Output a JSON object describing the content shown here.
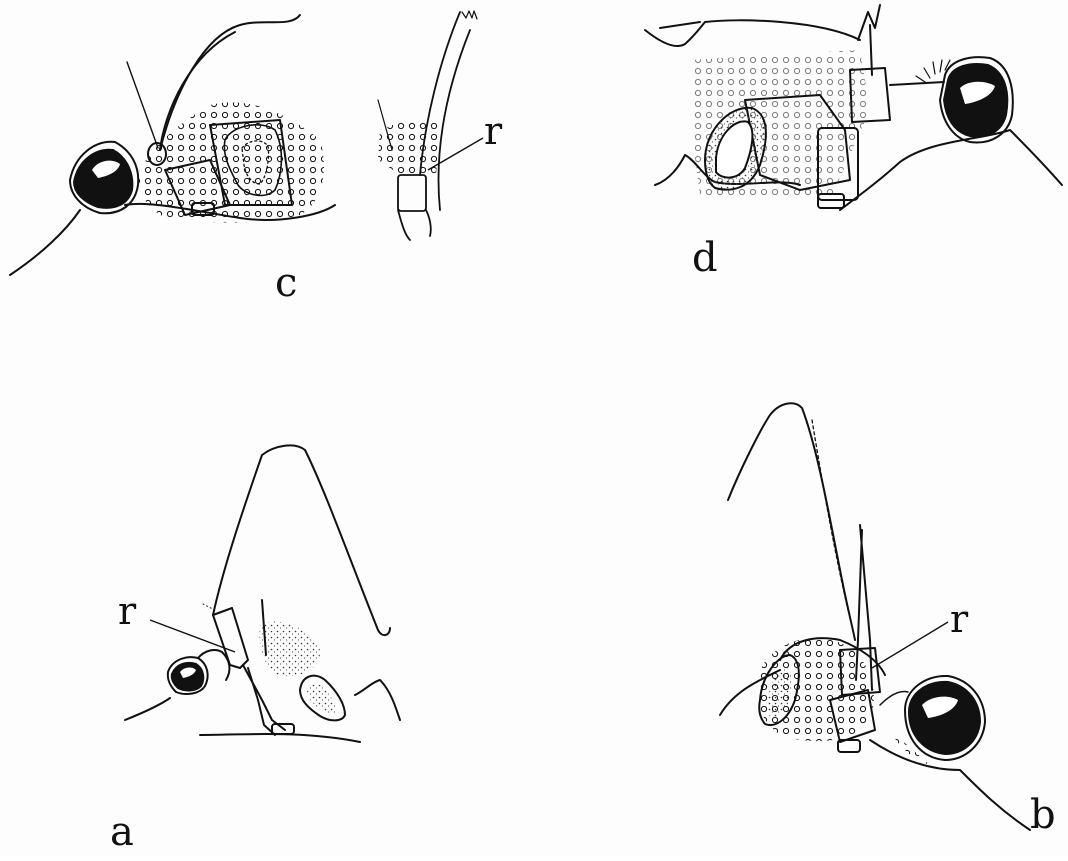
{
  "figure": {
    "panels": [
      {
        "id": "c",
        "label": "c"
      },
      {
        "id": "d",
        "label": "d"
      },
      {
        "id": "a",
        "label": "a"
      },
      {
        "id": "b",
        "label": "b"
      }
    ],
    "callouts": [
      {
        "panel": "c",
        "label": "r"
      },
      {
        "panel": "a",
        "label": "r"
      },
      {
        "panel": "b",
        "label": "r"
      }
    ]
  },
  "colors": {
    "ink": "#111111",
    "paper": "#fdfdfd"
  }
}
